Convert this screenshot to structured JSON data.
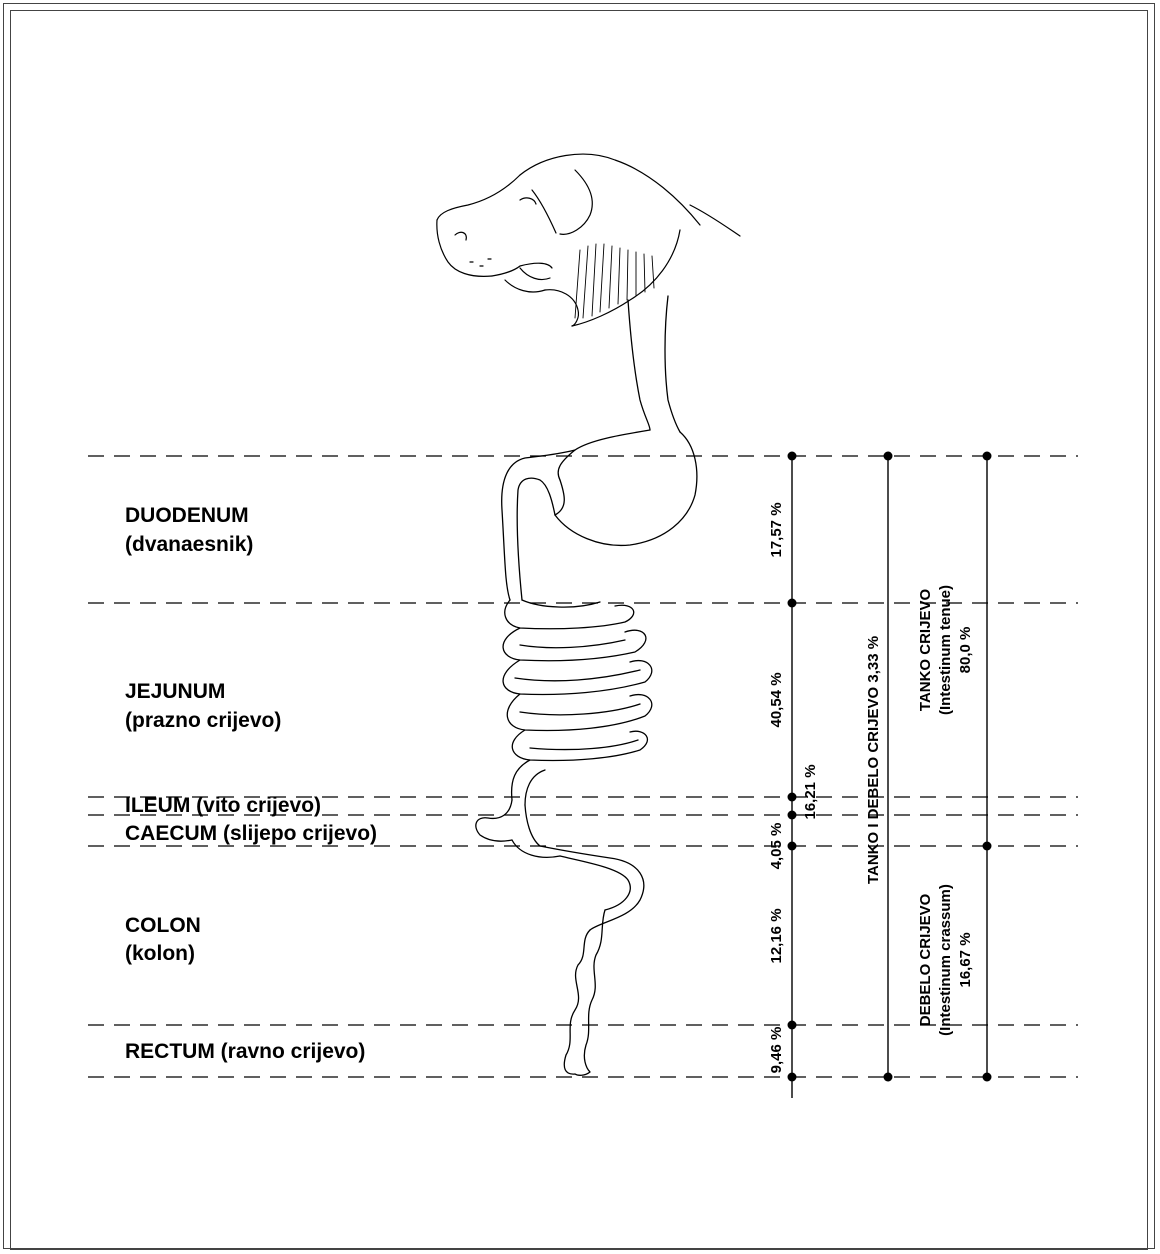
{
  "sections": {
    "duodenum": {
      "name": "DUODENUM",
      "local": "(dvanaesnik)"
    },
    "jejunum": {
      "name": "JEJUNUM",
      "local": "(prazno crijevo)"
    },
    "ileum": {
      "label": "ILEUM (vito crijevo)"
    },
    "caecum": {
      "label": "CAECUM (slijepo crijevo)"
    },
    "colon": {
      "name": "COLON",
      "local": "(kolon)"
    },
    "rectum": {
      "label": "RECTUM (ravno crijevo)"
    }
  },
  "percentages": {
    "duodenum": "17,57 %",
    "jejunum": "40,54 %",
    "ileum": "16,21 %",
    "caecum": "4,05 %",
    "colon": "12,16 %",
    "rectum": "9,46 %"
  },
  "totals": {
    "whole": "TANKO I DEBELO CRIJEVO 3,33 %",
    "small_name": "TANKO CRIJEVO",
    "small_latin": "(Intestinum tenue)",
    "small_pct": "80,0 %",
    "large_name": "DEBELO CRIJEVO",
    "large_latin": "(Intestinum crassum)",
    "large_pct": "16,67 %"
  }
}
